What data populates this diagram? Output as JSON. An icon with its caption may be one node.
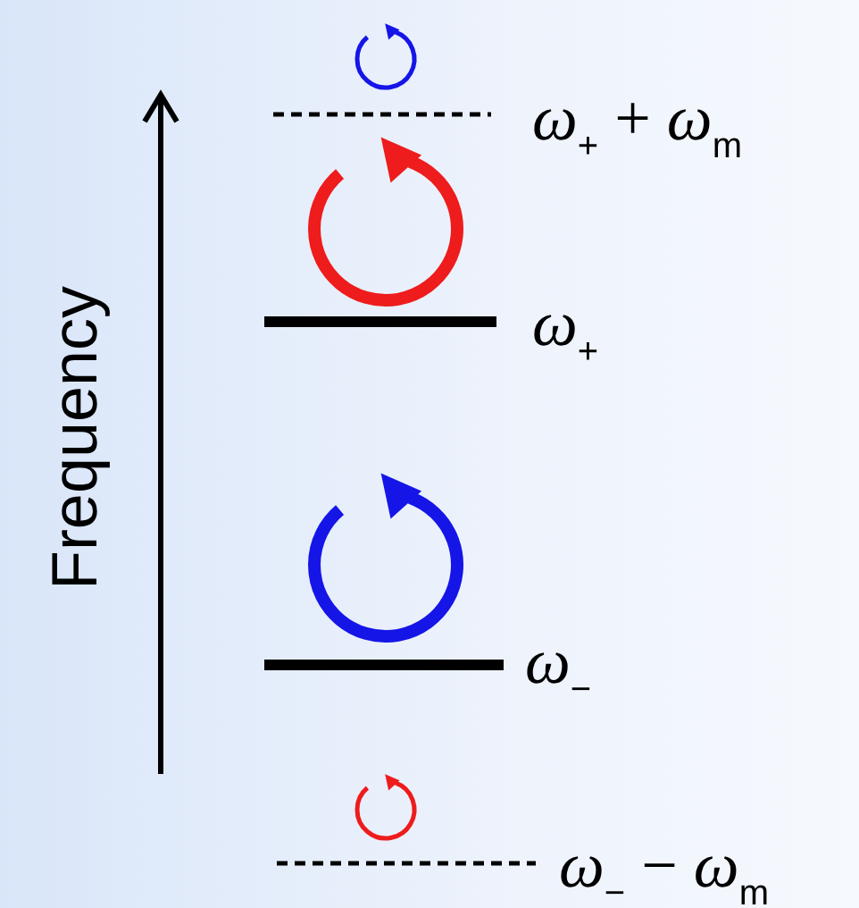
{
  "diagram": {
    "labels": [
      "Frequency",
      "*ω*$_{+}$ + *ω*$_{m}$",
      "*ω*$_{+}$",
      "*ω*$_{−}$",
      "*ω*$_{−}$ − *ω*$_{m}$"
    ]
  }
}
